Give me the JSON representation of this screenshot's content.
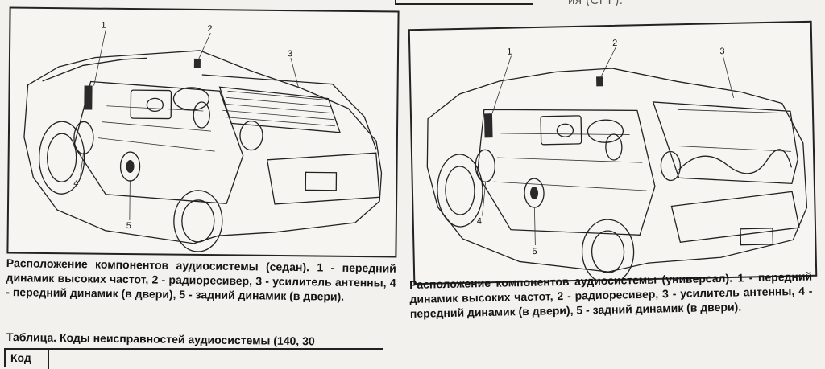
{
  "header_fragment": "ия (Сг Г).",
  "figure_sedan": {
    "callouts": [
      "1",
      "2",
      "3",
      "4",
      "5"
    ]
  },
  "figure_wagon": {
    "callouts": [
      "1",
      "2",
      "3",
      "4",
      "5"
    ]
  },
  "caption_sedan": {
    "lead": "Расположение компонентов аудиосистемы (седан).",
    "text": "1 - передний динамик высоких частот, 2 - радиоресивер, 3 - усилитель антенны, 4 - передний динамик (в двери), 5 - задний динамик (в двери)."
  },
  "caption_wagon": {
    "lead": "Расположение компонентов аудиосистемы (универсал).",
    "text": "1 - передний динамик высоких частот, 2 - радиоресивер, 3 - усилитель антенны, 4 - передний динамик (в двери), 5 - задний динамик (в двери)."
  },
  "table": {
    "title": "Таблица. Коды неисправностей аудиосистемы (140, 30",
    "first_header": "Код"
  }
}
